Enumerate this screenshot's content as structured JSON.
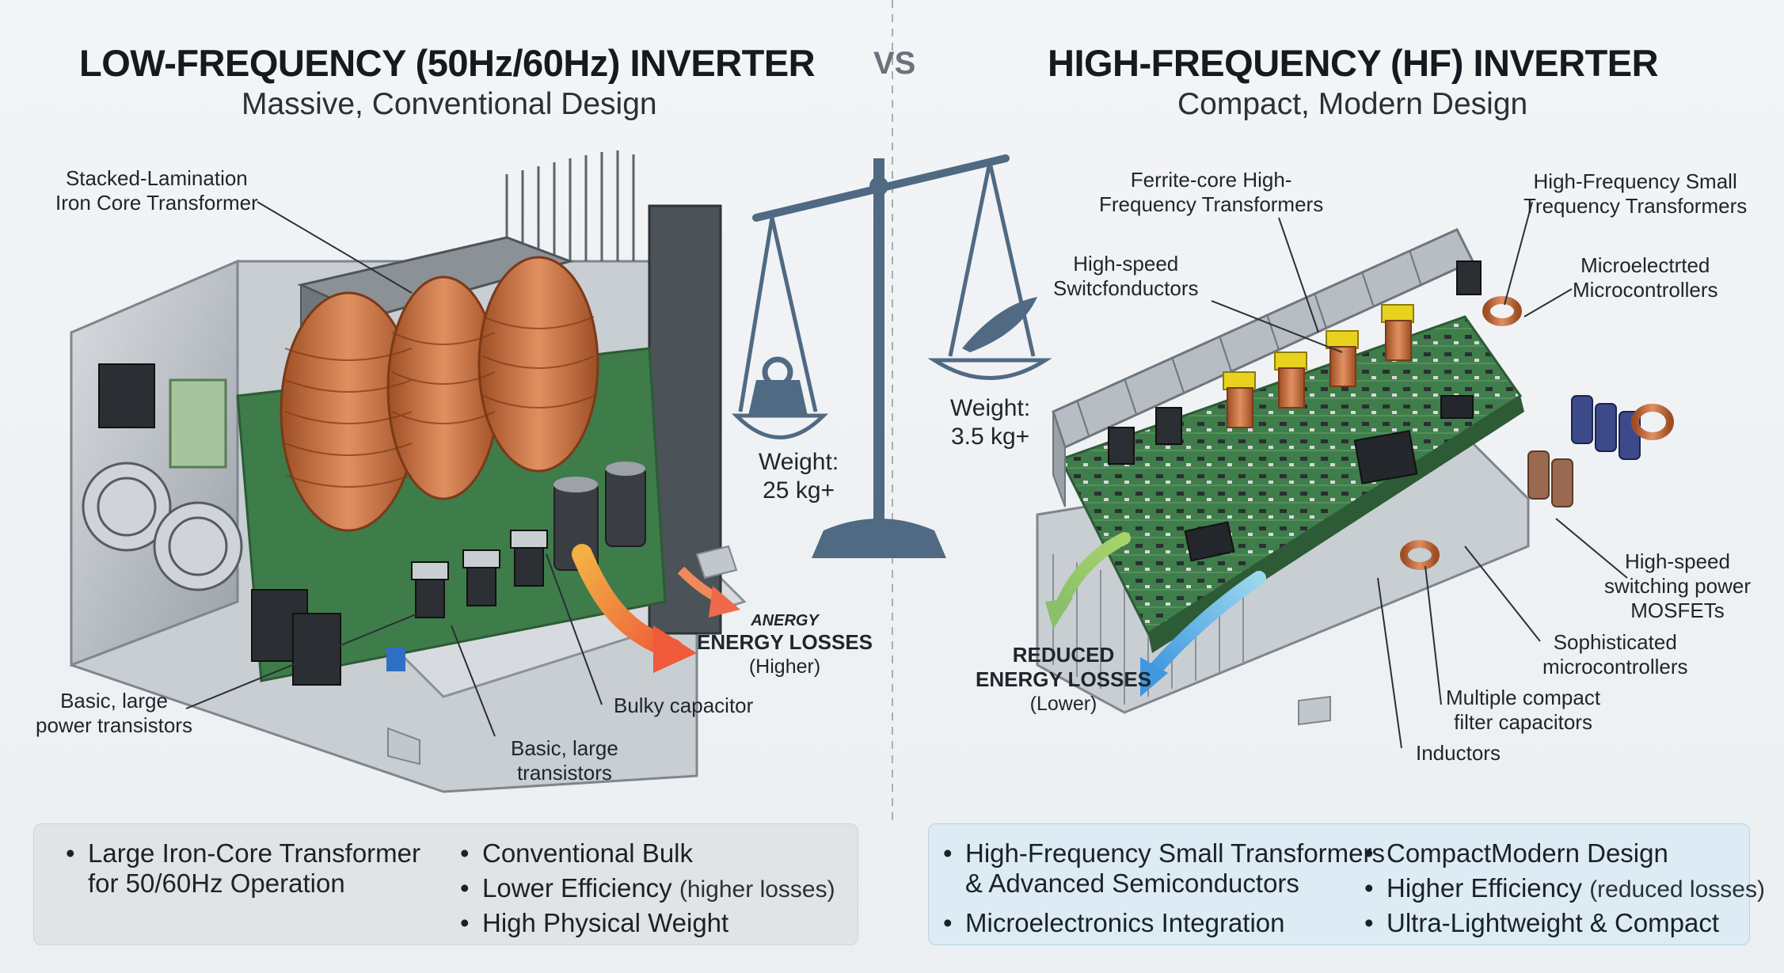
{
  "left": {
    "title": "LOW-FREQUENCY (50Hz/60Hz) INVERTER",
    "subtitle": "Massive, Conventional Design",
    "labels": {
      "core_line1": "Stacked-Lamination",
      "core_line2": "Iron Core Transformer",
      "transistors1_line1": "Basic, large",
      "transistors1_line2": "power transistors",
      "capacitor": "Bulky capacitor",
      "transistors2_line1": "Basic, large",
      "transistors2_line2": "transistors"
    },
    "losses": {
      "line1": "ANERGY",
      "line2": "ENERGY LOSSES",
      "line3": "(Higher)"
    },
    "summary": {
      "col1": [
        "Large Iron-Core Transformer",
        "for 50/60Hz Operation"
      ],
      "col2": [
        {
          "main": "Conventional Bulk",
          "note": ""
        },
        {
          "main": "Lower Efficiency",
          "note": "(higher losses)"
        },
        {
          "main": "High Physical Weight",
          "note": ""
        }
      ]
    }
  },
  "vs": "VS",
  "scale": {
    "left_weight_label": "Weight:",
    "left_weight_value": "25 kg+",
    "right_weight_label": "Weight:",
    "right_weight_value": "3.5 kg+"
  },
  "right": {
    "title": "HIGH-FREQUENCY (HF) INVERTER",
    "subtitle": "Compact, Modern Design",
    "labels": {
      "ferrite_line1": "Ferrite-core High-",
      "ferrite_line2": "Frequency Transformers",
      "hfsmall_line1": "High-Frequency Small",
      "hfsmall_line2": "Trequency Transformers",
      "switch_line1": "High-speed",
      "switch_line2": "Switcfonductors",
      "micro1_line1": "Microelectrted",
      "micro1_line2": "Microcontrollers",
      "mosfet_line1": "High-speed",
      "mosfet_line2": "switching power",
      "mosfet_line3": "MOSFETs",
      "micro2_line1": "Sophisticated",
      "micro2_line2": "microcontrollers",
      "filter_line1": "Multiple compact",
      "filter_line2": "filter capacitors",
      "inductors": "Inductors"
    },
    "losses": {
      "line1": "REDUCED",
      "line2": "ENERGY LOSSES",
      "line3": "(Lower)"
    },
    "summary": {
      "col1": [
        {
          "main": "High-Frequency Small Transformers",
          "cont": "& Advanced Semiconductors"
        },
        {
          "main": "Microelectronics Integration",
          "cont": ""
        }
      ],
      "col2": [
        {
          "main": "CompactModern Design",
          "note": ""
        },
        {
          "main": "Higher Efficiency",
          "note": "(reduced losses)"
        },
        {
          "main": "Ultra-Lightweight & Compact",
          "note": ""
        }
      ]
    }
  },
  "colors": {
    "copper": "#c06a3a",
    "pcb_green": "#3f7d4a",
    "scale_blue": "#4f6a82",
    "heatsink": "#a9afb5",
    "loss_hot": "#f0763e",
    "loss_cool": "#5aa9e6"
  }
}
